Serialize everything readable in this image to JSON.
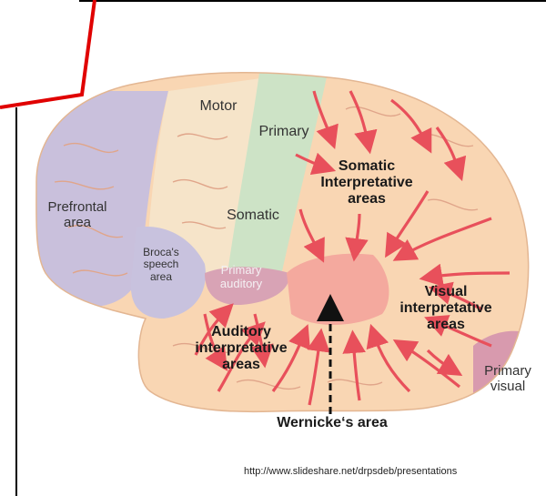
{
  "labels": {
    "motor": "Motor",
    "primary_top": "Primary",
    "somatic_interp": "Somatic\nInterpretative\nareas",
    "prefrontal": "Prefrontal\narea",
    "somatic": "Somatic",
    "broca": "Broca's\nspeech\narea",
    "primary_auditory": "Primary\nauditory",
    "visual_interp": "Visual\ninterpretative\nareas",
    "auditory_interp": "Auditory\ninterpretative\nareas",
    "primary_visual": "Primary\nvisual",
    "wernicke": "Wernicke‘s area"
  },
  "source_url": "http://www.slideshare.net/drpsdeb/presentations",
  "colors": {
    "brain_fill": "#f9d6b3",
    "prefrontal": "#c9c0dc",
    "motor_somatic": "#f6e4c9",
    "primary_strip": "#cde3c6",
    "broca": "#c8c2de",
    "primary_auditory": "#d8a3b5",
    "wernicke_zone": "#f4a99e",
    "primary_visual": "#d89aae",
    "arrows": "#e8505b",
    "red_box": "#e00000"
  }
}
